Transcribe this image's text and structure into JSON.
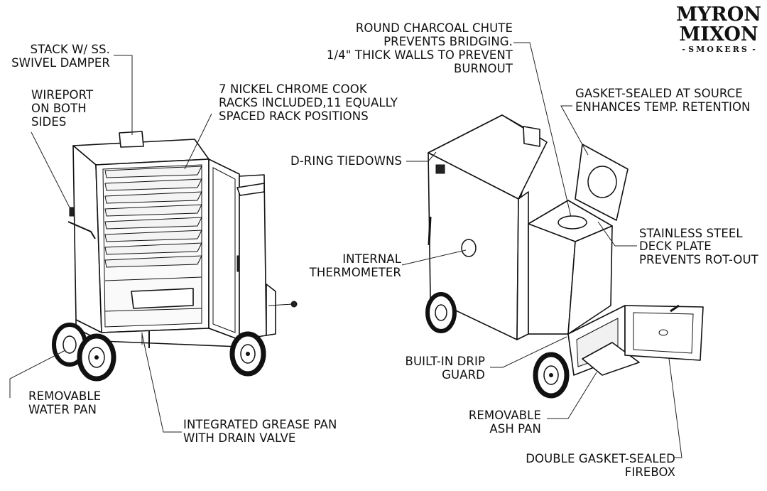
{
  "logo": {
    "line1": "MYRON",
    "line2": "MIXON",
    "line3": "SMOKERS",
    "dash": "-"
  },
  "callouts": {
    "stack": [
      "STACK W/ SS.",
      "SWIVEL DAMPER"
    ],
    "wireport": [
      "WIREPORT",
      "ON BOTH",
      "SIDES"
    ],
    "racks": [
      "7 NICKEL CHROME COOK",
      "RACKS INCLUDED,11 EQUALLY",
      "SPACED RACK POSITIONS"
    ],
    "chute": [
      "ROUND CHARCOAL CHUTE",
      "PREVENTS BRIDGING.",
      "1/4\" THICK WALLS TO PREVENT",
      "BURNOUT"
    ],
    "gasket": [
      "GASKET-SEALED AT SOURCE",
      "ENHANCES TEMP. RETENTION"
    ],
    "dring": [
      "D-RING TIEDOWNS"
    ],
    "deck": [
      "STAINLESS STEEL",
      "DECK PLATE",
      "PREVENTS ROT-OUT"
    ],
    "thermo": [
      "INTERNAL",
      "THERMOMETER"
    ],
    "drip": [
      "BUILT-IN DRIP",
      "GUARD"
    ],
    "waterpan": [
      "REMOVABLE",
      "WATER PAN"
    ],
    "grease": [
      "INTEGRATED GREASE PAN",
      "WITH DRAIN VALVE"
    ],
    "ashpan": [
      "REMOVABLE",
      "ASH PAN"
    ],
    "firebox": [
      "DOUBLE GASKET-SEALED",
      "FIREBOX"
    ]
  }
}
